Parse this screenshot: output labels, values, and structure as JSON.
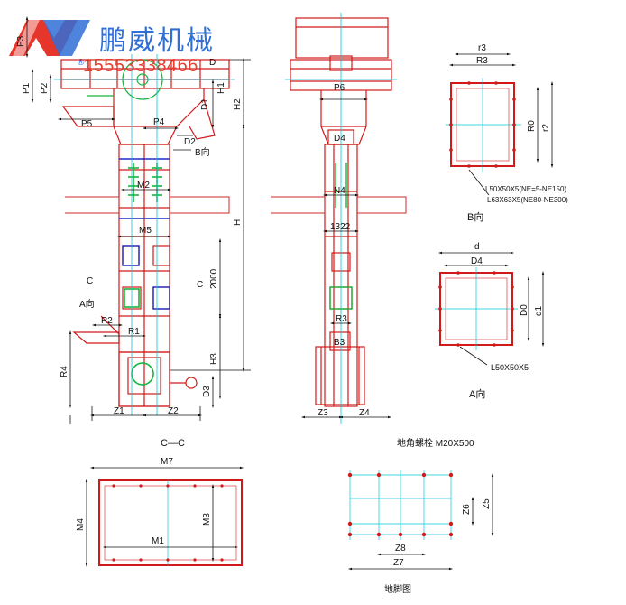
{
  "brand": {
    "company_name": "鹏威机械",
    "phone": "15553338466",
    "logo_colors": {
      "red": "#e6352b",
      "blue": "#2f6fd6"
    }
  },
  "colors": {
    "line": "#d21a1a",
    "dim": "#111111",
    "guide": "#00c8d8",
    "green": "#19b43c",
    "blue": "#1f2cc8",
    "ground": "#cc2b2b"
  },
  "front_view": {
    "dims": {
      "p1": "P1",
      "p2": "P2",
      "p3": "P3",
      "p4": "P4",
      "p5": "P5",
      "d1": "D1",
      "d2": "D2",
      "h1": "H1",
      "h2": "H2",
      "d": "D",
      "m2": "M2",
      "m5": "M5",
      "h": "H",
      "h_2000": "2000",
      "r1": "R1",
      "r2": "R2",
      "r4": "R4",
      "h3": "H3",
      "d3": "D3",
      "z1": "Z1",
      "z2": "Z2"
    },
    "labels": {
      "b_view": "B向",
      "a_view": "A向",
      "section_c": "C",
      "section_c2": "C"
    }
  },
  "side_view": {
    "dims": {
      "p6": "P6",
      "d4": "D4",
      "n4": "N4",
      "n3": "1322",
      "r3": "R3",
      "b3": "B3",
      "z3": "Z3",
      "z4": "Z4"
    }
  },
  "b_direction": {
    "dims": {
      "r3_small": "r3",
      "r3": "R3",
      "r0": "R0",
      "r2": "r2"
    },
    "notes": [
      "L50X50X5(NE=5-NE150)",
      "L63X63X5(NE80-NE300)"
    ],
    "caption": "B向"
  },
  "a_direction": {
    "dims": {
      "d_small": "d",
      "d4": "D4",
      "d0": "D0",
      "d1": "d1"
    },
    "note": "L50X50X5",
    "caption": "A向"
  },
  "section_cc": {
    "title": "C—C",
    "dims": {
      "m7": "M7",
      "m4": "M4",
      "m3": "M3",
      "m1": "M1"
    }
  },
  "anchor_plan": {
    "title": "地角螺栓 M20X500",
    "dims": {
      "z5": "Z5",
      "z6": "Z6",
      "z7": "Z7",
      "z8": "Z8"
    },
    "caption": "地脚图"
  }
}
